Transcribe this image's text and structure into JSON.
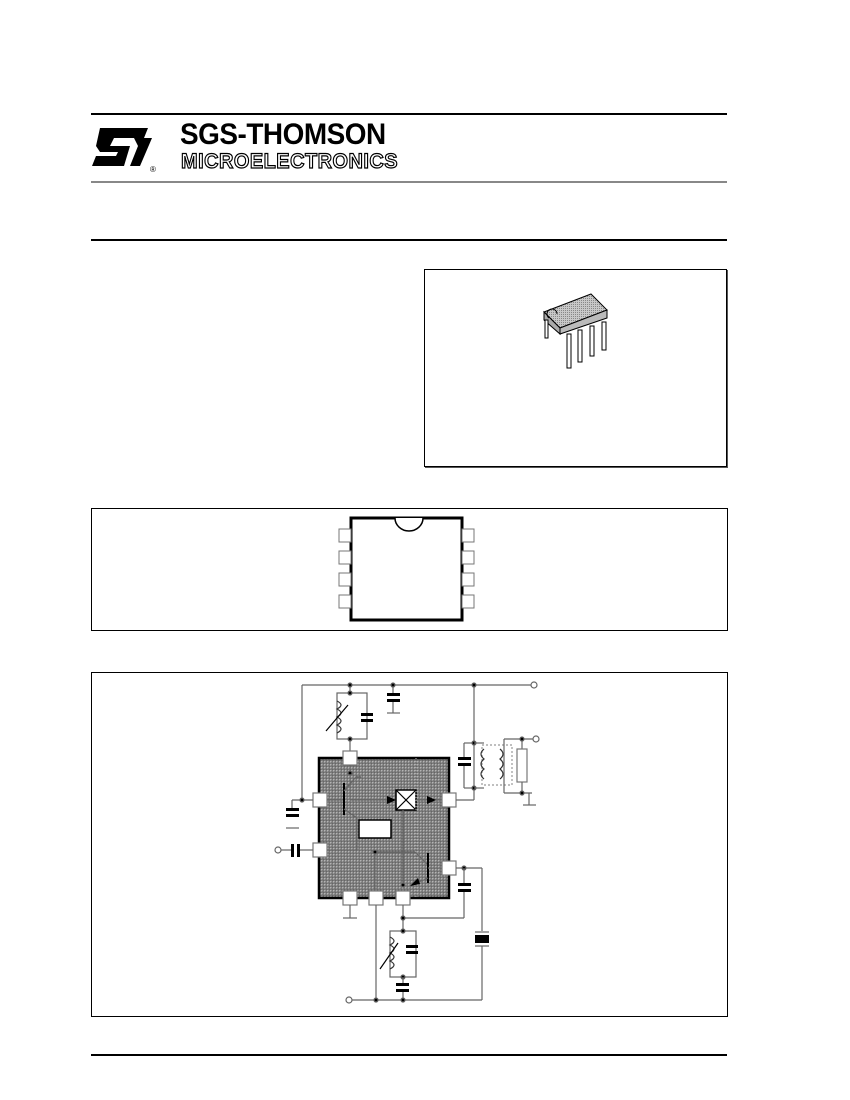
{
  "header": {
    "brand_name": "SGS-THOMSON",
    "brand_subtitle": "MICROELECTRONICS",
    "logo_mark": "ST",
    "registered_symbol": "®"
  },
  "figures": {
    "package_image": {
      "icon": "dip8-package-icon",
      "pins": 8
    },
    "pin_connection": {
      "icon": "dip8-pinout-diagram",
      "pins_per_side": 4
    },
    "application_circuit": {
      "icon": "schematic-diagram"
    }
  },
  "colors": {
    "rule": "#000000",
    "rule_grey": "#888888",
    "ic_fill": "#d8d8d8"
  }
}
